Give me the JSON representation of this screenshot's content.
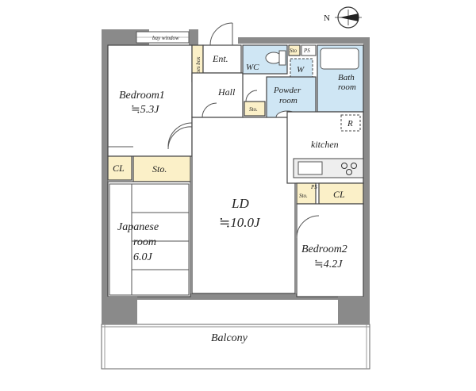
{
  "rooms": {
    "bedroom1": {
      "name": "Bedroom1",
      "size": "≒5.3J"
    },
    "japanese": {
      "name1": "Japanese",
      "name2": "room",
      "size": "6.0J"
    },
    "ld": {
      "name": "LD",
      "size": "≒10.0J"
    },
    "bedroom2": {
      "name": "Bedroom2",
      "size": "≒4.2J"
    },
    "kitchen": {
      "name": "kitchen"
    },
    "hall": {
      "name": "Hall"
    },
    "entrance": {
      "name": "Ent."
    },
    "wc": {
      "name": "WC"
    },
    "powder": {
      "name1": "Powder",
      "name2": "room"
    },
    "bath": {
      "name1": "Bath",
      "name2": "room"
    },
    "balcony": {
      "name": "Balcony"
    }
  },
  "storage": {
    "cl_left": "CL",
    "sto_left": "Sto.",
    "sto_hall": "Sto.",
    "sto_wc": "Sto",
    "ps": "PS",
    "sto_kitchen": "Sto.",
    "ps_kitchen": "PS",
    "cl_right": "CL",
    "shoes_box": "shoes box"
  },
  "labels": {
    "bay_window": "bay window",
    "washer": "W",
    "fridge": "R",
    "north": "N"
  }
}
